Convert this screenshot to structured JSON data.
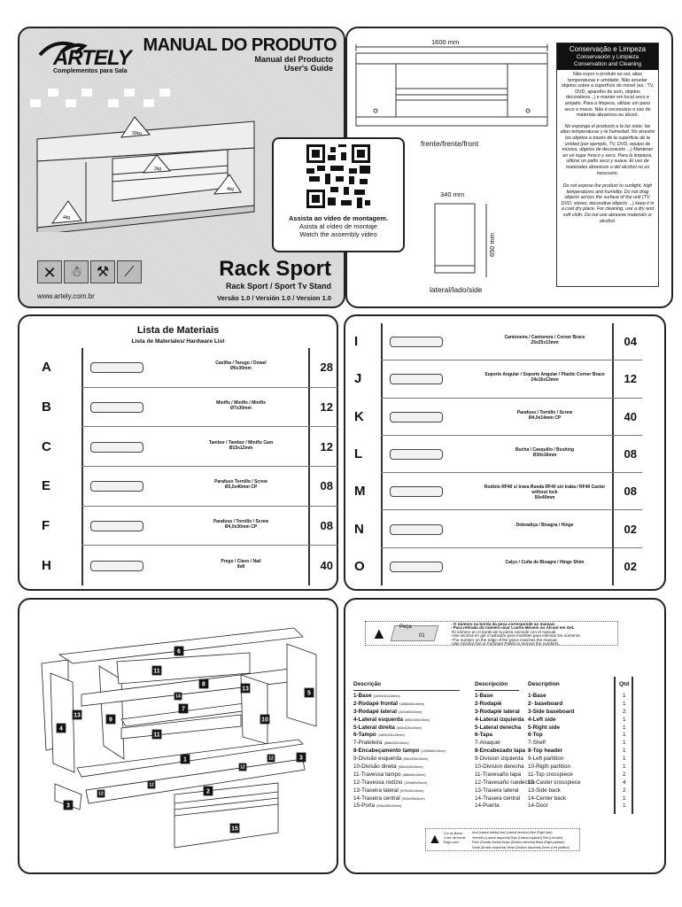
{
  "cover": {
    "title": "MANUAL DO PRODUTO",
    "subtitle_es": "Manual del Producto",
    "subtitle_en": "User's Guide",
    "brand": "ARTELY",
    "brand_tagline": "Complementos para Sala",
    "weights": [
      "30kg",
      "2kg",
      "4kg",
      "4kg"
    ],
    "product_name": "Rack Sport",
    "product_subtitle": "Rack Sport / Sport Tv Stand",
    "version": "Versão 1.0 / Versión 1.0 / Version 1.0",
    "website": "www.artely.com.br",
    "tool_icons": [
      "no-drill-icon",
      "person-icon",
      "hammer-icon",
      "screwdriver-icon"
    ]
  },
  "qr": {
    "line_pt": "Assista ao vídeo de montagem.",
    "line_es": "Asista al vídeo de montaje",
    "line_en": "Watch the assembly video"
  },
  "dimensions": {
    "width": "1600 mm",
    "depth": "340 mm",
    "height": "650 mm",
    "front_label": "frente/frente/front",
    "side_label": "lateral/lado/side"
  },
  "cleaning": {
    "title": "Conservação e Limpeza",
    "subtitle_es": "Conservación y Limpieza",
    "subtitle_en": "Conservation and Cleaning",
    "text_pt": "Não expor o produto ao sol, altas temperaturas e umidade. Não arrastar objetos sobre a superfície do móvel (ex.: TV, DVD, aparelho de som, objetos decorativos...) e manter em local seco e arejado. Para a limpeza, utilizar um pano seco e macio. Não é necessário o uso de materiais abrasivos ou álcool.",
    "text_es": "No exponga el producto a la luz solar, las altas temperaturas y la humedad. No arrastre los objetos a través de la superficie de la unidad (por ejemplo, TV, DVD, equipo de música, objetos de decoración ...) Mantener en un lugar fresco y seco. Para la limpieza, utilizar un paño seco y suave. El uso de materiales abrasivos o del alcohol no es necesario.",
    "text_en": "Do not expose the product to sunlight, high temperatures and humidity. Do not drag objects across the surface of the unit (TV, DVD, stereo, decorative objects ...) keep it in a cool dry place. For cleaning, use a dry and soft cloth. Do not use abrasive materials or alcohol."
  },
  "materials": {
    "title": "Lista de Materiais",
    "subtitle": "Lista de Materiales/ Hardware List",
    "left": [
      {
        "letter": "A",
        "name": "Cavilha / Tarugo / Dowel",
        "size": "Ø6x30mm",
        "qty": "28"
      },
      {
        "letter": "B",
        "name": "Minifix / Minifix / Minifix",
        "size": "Ø7x30mm",
        "qty": "12"
      },
      {
        "letter": "C",
        "name": "Tambor / Tambor / Minifix Cam",
        "size": "Ø15x12mm",
        "qty": "12"
      },
      {
        "letter": "E",
        "name": "Parafuso Tornillo / Screw",
        "size": "Ø3,5x40mm CP",
        "qty": "08"
      },
      {
        "letter": "F",
        "name": "Parafuso / Tornillo / Screw",
        "size": "Ø4,0x30mm CP",
        "qty": "08"
      },
      {
        "letter": "H",
        "name": "Prego / Clavo / Nail",
        "size": "8x8",
        "qty": "40"
      }
    ],
    "right": [
      {
        "letter": "I",
        "name": "Cantoneira / Cantonera / Corner Brace",
        "size": "25x25x13mm",
        "qty": "04"
      },
      {
        "letter": "J",
        "name": "Suporte Angular / Soporte Angular / Plastic Corner Brace",
        "size": "24x16x13mm",
        "qty": "12"
      },
      {
        "letter": "K",
        "name": "Parafuso / Tornillo / Screw",
        "size": "Ø4,0x14mm CP",
        "qty": "40"
      },
      {
        "letter": "L",
        "name": "Bucha / Casquillo / Bushing",
        "size": "Ø30x16mm",
        "qty": "08"
      },
      {
        "letter": "M",
        "name": "Rodízio RF40 s/ trava Rueda RF40 sin traba / RF40 Caster without lock",
        "size": "50x40mm",
        "qty": "08"
      },
      {
        "letter": "N",
        "name": "Dobradiça / Bisagra / Hinge",
        "size": "",
        "qty": "02"
      },
      {
        "letter": "O",
        "name": "Calço / Cuña de Bisagra / Hinge Shim",
        "size": "",
        "qty": "02"
      }
    ]
  },
  "exploded": {
    "labels": [
      "6",
      "11",
      "8",
      "14",
      "13",
      "7",
      "5",
      "13",
      "4",
      "9",
      "10",
      "11",
      "1",
      "12",
      "3",
      "12",
      "12",
      "2",
      "12",
      "3",
      "15"
    ]
  },
  "notice": {
    "piece_label": "Peça",
    "piece_number": "01",
    "lines": [
      "- O número na borda da peça corresponde ao manual.",
      "- Para retirada do número usar Lustra-Móveis ou Álcool em Gel.",
      "-El número en el borde de la pieza coincide con el manual.",
      "-Use alcohol en gel o lustrador para muebles para eliminar los números.",
      "-The number on the edge of the piece matches the manual.",
      "-Use Alcohol Gel or Furniture Polish to remove the numbers."
    ]
  },
  "parts": {
    "headers": [
      "Descrição",
      "Descripción",
      "Description",
      "Qtd"
    ],
    "rows": [
      {
        "pt": "1-Base",
        "dim": "(1600x341x15mm)",
        "es": "1-Base",
        "en": "1-Base",
        "qty": "1",
        "bold": true
      },
      {
        "pt": "2-Rodapé frontal",
        "dim": "(1558x65x15mm)",
        "es": "2-Rodapié",
        "en": "2- baseboard",
        "qty": "1",
        "bold": true
      },
      {
        "pt": "3-Rodapé lateral",
        "dim": "(320x65x15mm)",
        "es": "3-Rodapié lateral",
        "en": "3-Side baseboard",
        "qty": "2",
        "bold": true
      },
      {
        "pt": "4-Lateral esquerda",
        "dim": "(550x325x15mm)",
        "es": "4-Lateral izquierda",
        "en": "4-Left side",
        "qty": "1",
        "bold": true
      },
      {
        "pt": "5-Lateral direita",
        "dim": "(550x325x15mm)",
        "es": "5-Lateral derecha",
        "en": "5-Right side",
        "qty": "1",
        "bold": true
      },
      {
        "pt": "6-Tampo",
        "dim": "(1600x341x15mm)",
        "es": "6-Tapa",
        "en": "6-Top",
        "qty": "1",
        "bold": true
      },
      {
        "pt": "7-Prateleira",
        "dim": "(888x325x15mm)",
        "es": "7-Anaquel",
        "en": "7-Shelf",
        "qty": "1",
        "bold": false
      },
      {
        "pt": "8-Encabeçamento tampo",
        "dim": "(1598x80x15mm)",
        "es": "8-Encabezado tapa",
        "en": "8-Top header",
        "qty": "1",
        "bold": true
      },
      {
        "pt": "9-Divisão esquerda",
        "dim": "(550x325x15mm)",
        "es": "9-Division izquierda",
        "en": "9-Left partition",
        "qty": "1",
        "bold": false
      },
      {
        "pt": "10-Divisão direita",
        "dim": "(550x325x15mm)",
        "es": "10-Division derecha",
        "en": "10-Rigth partition",
        "qty": "1",
        "bold": false
      },
      {
        "pt": "11-Travessa tampo",
        "dim": "(888x65x15mm)",
        "es": "11-Travesaño tapa",
        "en": "11-Top crosspiece",
        "qty": "2",
        "bold": false
      },
      {
        "pt": "12-Travessa rodízio",
        "dim": "(320x60x25mm)",
        "es": "12-Travesaño ruedecilla",
        "en": "12-Caster crosspiece",
        "qty": "4",
        "bold": false
      },
      {
        "pt": "13-Traseira lateral",
        "dim": "(575x341x3mm)",
        "es": "13-Trasera lateral",
        "en": "13-Side back",
        "qty": "2",
        "bold": false
      },
      {
        "pt": "14-Traseira central",
        "dim": "(903x295x3mm)",
        "es": "14-Trasera central",
        "en": "14-Center back",
        "qty": "1",
        "bold": false
      },
      {
        "pt": "15-Porta",
        "dim": "(918x288x15mm)",
        "es": "14-Puerta",
        "en": "14-Door",
        "qty": "1",
        "bold": false
      }
    ]
  },
  "color_notice": {
    "labels": [
      "Cor do Bordo",
      "Color del borde",
      "Edge color"
    ],
    "lines": [
      "Azul (Lateral direita) Azul (Lateral derecho) Blue (Right side)",
      "Vermelho (Lateral esquerda) Rojo (Lateral izquierdo) Red (Left side)",
      "Preto (Divisão direita) Negro (Division derecha) Black (Right partition)",
      "Verde (Divisão esquerda) Verde (Division izquierda) Green (Left partition)"
    ]
  }
}
